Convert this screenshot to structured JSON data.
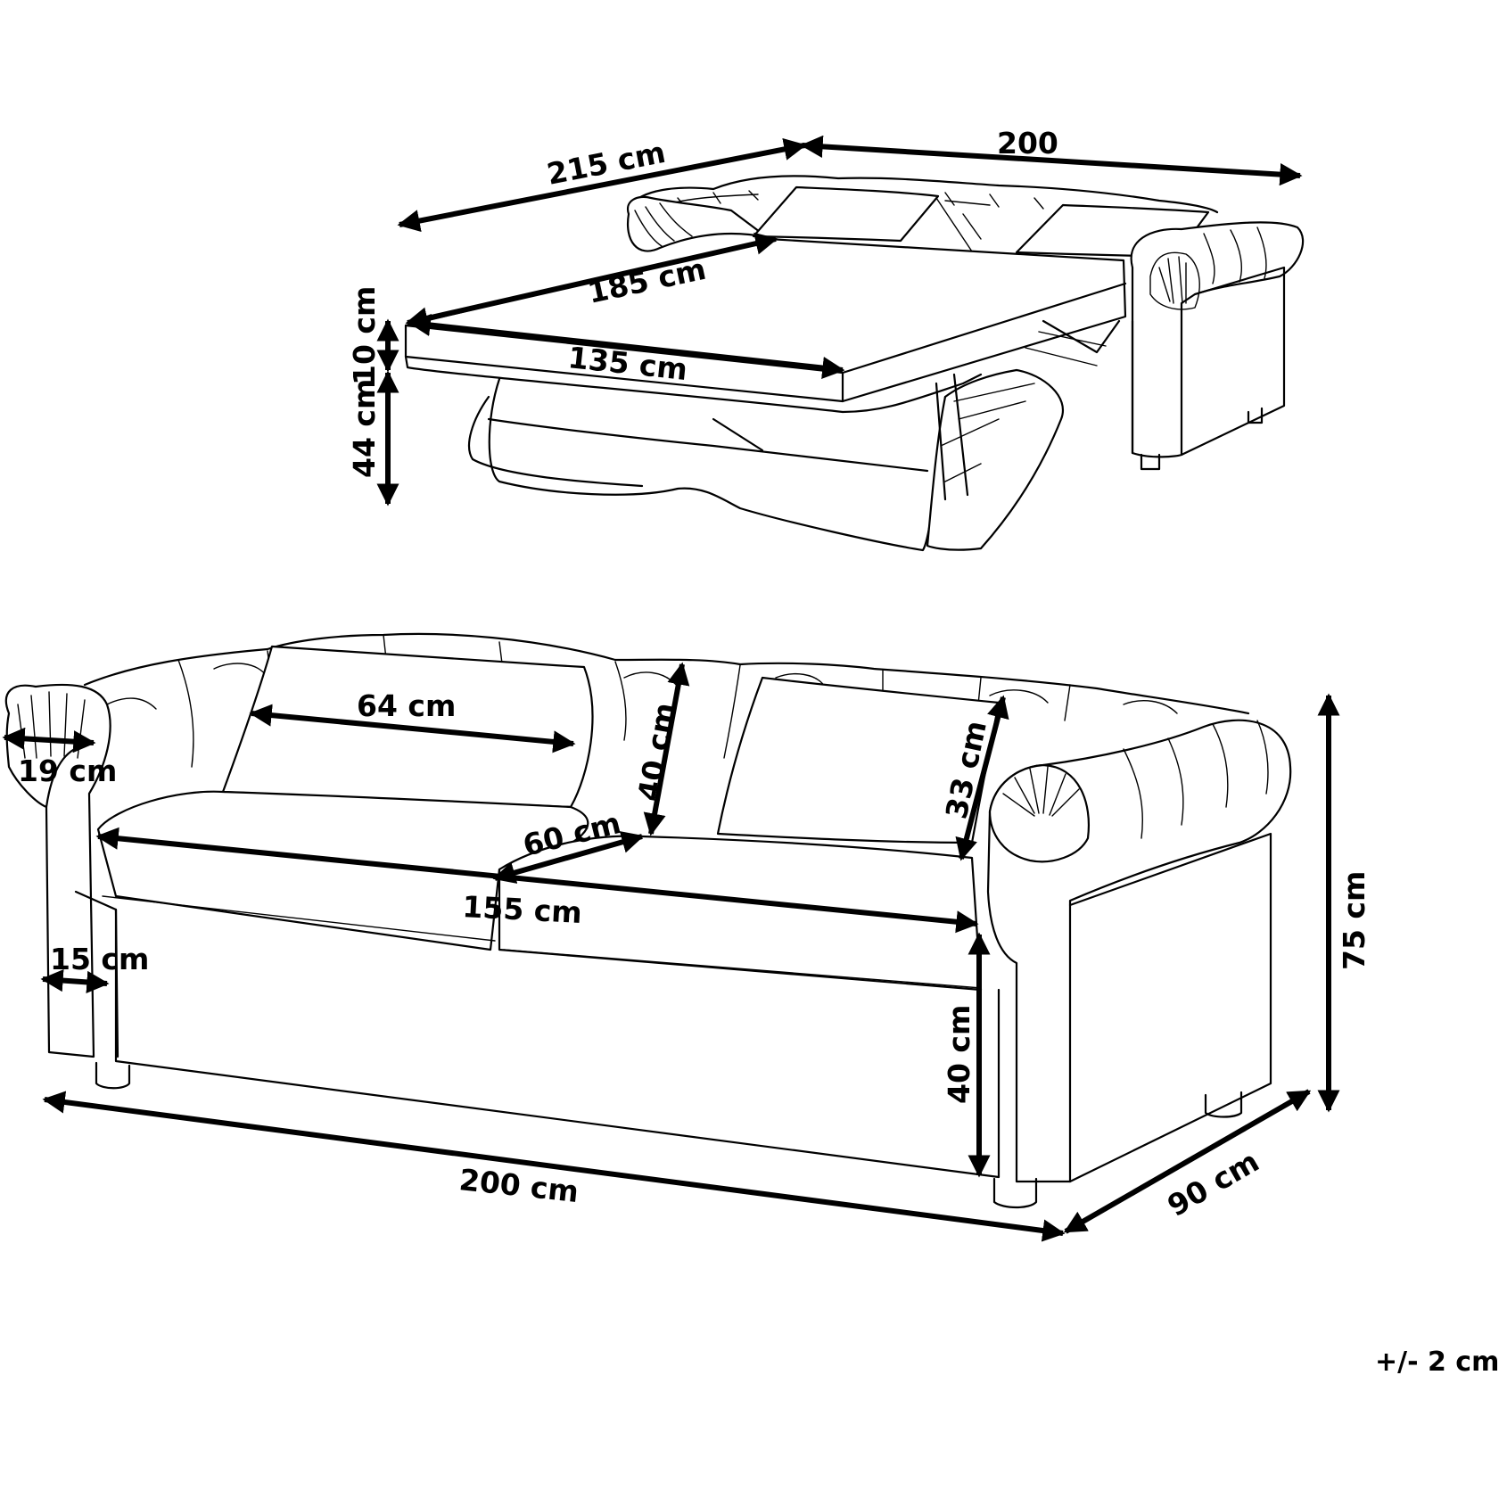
{
  "dimensions": {
    "bed_length": "215 cm",
    "bed_width": "200",
    "mattress_length": "185 cm",
    "mattress_width": "135 cm",
    "mattress_thickness": "10 cm",
    "bed_height": "44 cm",
    "cushion_width": "64 cm",
    "back_cushion_height": "40 cm",
    "side_cushion_height": "33 cm",
    "armrest_width": "19 cm",
    "seat_depth": "60 cm",
    "seat_width": "155 cm",
    "arm_thickness": "15 cm",
    "seat_height": "40 cm",
    "total_height": "75 cm",
    "total_width": "200 cm",
    "total_depth": "90 cm"
  },
  "tolerance": "+/- 2 cm"
}
